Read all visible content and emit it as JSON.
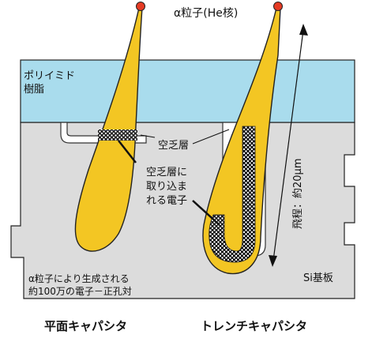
{
  "labels": {
    "particle": "α粒子(He核)",
    "polyimide_line1": "ポリイミド",
    "polyimide_line2": "樹脂",
    "depletion": "空乏層",
    "captured_line1": "空乏層に",
    "captured_line2": "取り込ま",
    "captured_line3": "れる電子",
    "range": "飛程：約20μm",
    "substrate": "Si基板",
    "pairs_line1": "α粒子により生成される",
    "pairs_line2": "約100万の電子－正孔対",
    "caption_planar": "平面キャパシタ",
    "caption_trench": "トレンチキャパシタ"
  },
  "colors": {
    "resin": "#a9dced",
    "substrate": "#dcdcdc",
    "track": "#f3c623",
    "particle": "#e53b24",
    "outline": "#222222"
  }
}
